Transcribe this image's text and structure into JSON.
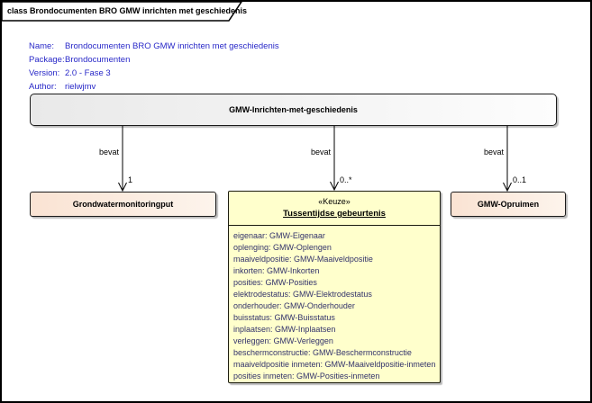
{
  "frame": {
    "tab_title": "class Brondocumenten BRO GMW inrichten met geschiedenis"
  },
  "metadata": {
    "rows": [
      {
        "label": "Name:",
        "value": "Brondocumenten BRO GMW inrichten met geschiedenis"
      },
      {
        "label": "Package:",
        "value": "Brondocumenten"
      },
      {
        "label": "Version:",
        "value": "2.0 - Fase 3"
      },
      {
        "label": "Author:",
        "value": "rielwjmv"
      }
    ]
  },
  "main_class": {
    "title": "GMW-Inrichten-met-geschiedenis"
  },
  "connectors": [
    {
      "label": "bevat",
      "multiplicity": "1"
    },
    {
      "label": "bevat",
      "multiplicity": "0..*"
    },
    {
      "label": "bevat",
      "multiplicity": "0..1"
    }
  ],
  "classes": {
    "left": {
      "title": "Grondwatermonitoringput"
    },
    "right": {
      "title": "GMW-Opruimen"
    },
    "keuze": {
      "stereotype": "«Keuze»",
      "title": "Tussentijdse gebeurtenis",
      "attributes": [
        "eigenaar: GMW-Eigenaar",
        "oplenging: GMW-Oplengen",
        "maaiveldpositie: GMW-Maaiveldpositie",
        "inkorten: GMW-Inkorten",
        "posities: GMW-Posities",
        "elektrodestatus: GMW-Elektrodestatus",
        "onderhouder: GMW-Onderhouder",
        "buisstatus: GMW-Buisstatus",
        "inplaatsen: GMW-Inplaatsen",
        "verleggen: GMW-Verleggen",
        "beschermconstructie: GMW-Beschermconstructie",
        "maaiveldpositie inmeten: GMW-Maaiveldpositie-inmeten",
        "posities inmeten: GMW-Posities-inmeten"
      ]
    }
  },
  "colors": {
    "metadata_text": "#2828c8",
    "attribute_text": "#33336b",
    "keuze_fill": "#ffffcc",
    "side_class_fill_left": "#fae3d3",
    "side_class_fill_right": "#fdf4ec",
    "main_class_fill": "#ececec",
    "border": "#1a1a1a"
  }
}
